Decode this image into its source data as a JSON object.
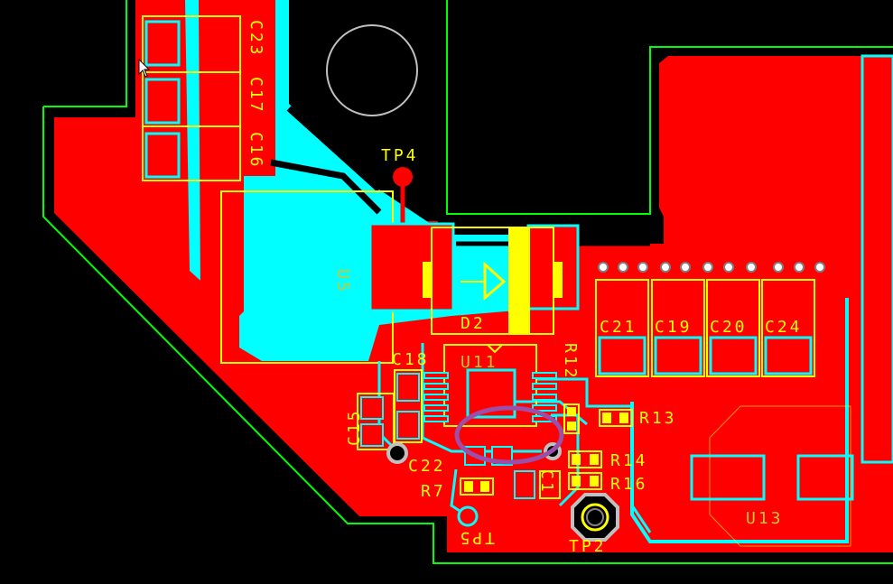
{
  "board": {
    "colors": {
      "background": "#000000",
      "copper": "#ff0000",
      "copper_inner": "#00ffff",
      "outline": "#00ff00",
      "silkscreen": "#ffff00",
      "selection": "#9b4fa8",
      "hole_ring": "#c0c0c0"
    }
  },
  "labels": {
    "c23": "C23",
    "c17": "C17",
    "c16": "C16",
    "tp4": "TP4",
    "u5": "U5",
    "d2": "D2",
    "c21": "C21",
    "c19": "C19",
    "c20": "C20",
    "c24": "C24",
    "c18": "C18",
    "u11": "U11",
    "r12": "R12",
    "r13": "R13",
    "c15": "C15",
    "c22": "C22",
    "c1": "C1",
    "r14": "R14",
    "r16": "R16",
    "r7": "R7",
    "tp5": "TP5",
    "tp2": "TP2",
    "u13": "U13"
  }
}
